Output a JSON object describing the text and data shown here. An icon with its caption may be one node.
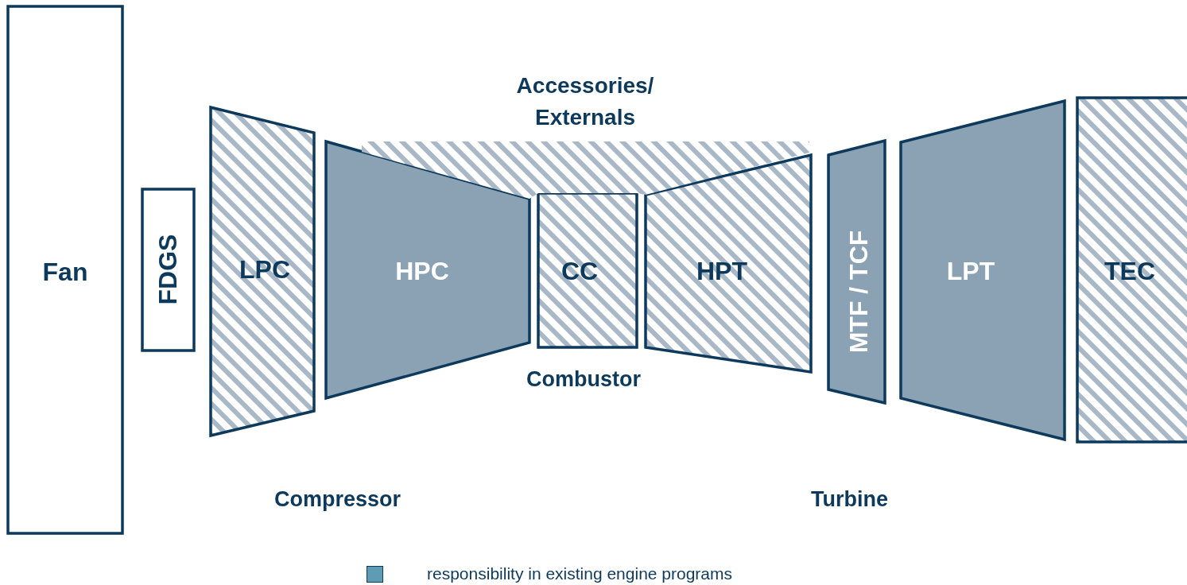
{
  "diagram": {
    "nodes": [
      {
        "text": [
          "Fan"
        ]
      },
      {
        "text": [
          "FDGS"
        ]
      },
      {
        "text": [
          "LPC"
        ]
      },
      {
        "text": [
          "Accessories/ Externals"
        ]
      },
      {
        "text": [
          "HPC"
        ]
      },
      {
        "text": [
          "CC"
        ]
      },
      {
        "text": [
          "HPT"
        ]
      },
      {
        "text": [
          "MTF / TCF"
        ]
      },
      {
        "text": [
          "LPT"
        ]
      },
      {
        "text": [
          "TEC"
        ]
      }
    ],
    "labels": [
      "Combustor",
      "Compressor",
      "Turbine"
    ],
    "legend": [
      {
        "text": "responsibility in existing engine programs",
        "color": "#5f9bb3"
      }
    ]
  }
}
